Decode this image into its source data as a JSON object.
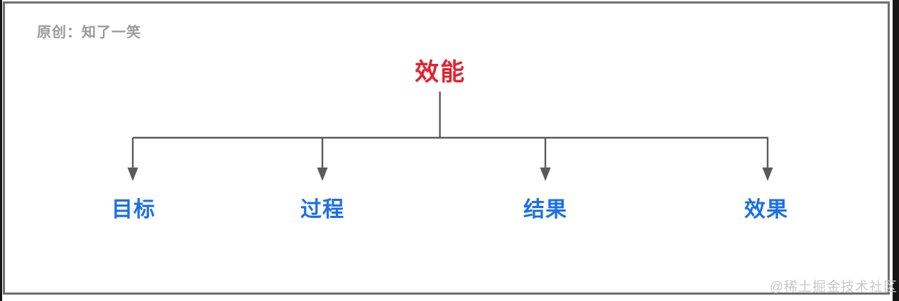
{
  "page": {
    "attribution": "原创：知了一笑",
    "watermark": "@稀土掘金技术社区"
  },
  "diagram": {
    "type": "tree",
    "root": {
      "label": "效能"
    },
    "children": [
      {
        "label": "目标"
      },
      {
        "label": "过程"
      },
      {
        "label": "结果"
      },
      {
        "label": "效果"
      }
    ],
    "colors": {
      "root_label": "#e0232f",
      "child_labels": "#1b6fe8",
      "connector_lines": "#5a5a5a",
      "frame_border": "#6e6e6e",
      "attribution_text": "#9a9a9a",
      "watermark_text": "#c9c9c9"
    }
  }
}
